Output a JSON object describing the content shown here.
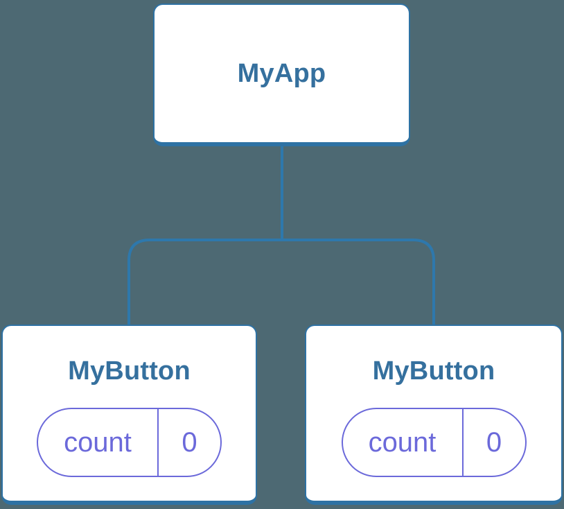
{
  "diagram": {
    "type": "component-tree",
    "root_node": {
      "label": "MyApp"
    },
    "child_nodes": [
      {
        "label": "MyButton",
        "state": {
          "name": "count",
          "value": "0"
        }
      },
      {
        "label": "MyButton",
        "state": {
          "name": "count",
          "value": "0"
        }
      }
    ],
    "colors": {
      "background": "#4d6973",
      "node_fill": "#ffffff",
      "node_border": "#2e72a4",
      "connector_line": "#2e78ac",
      "node_label_text": "#35709e",
      "state_accent": "#6b69da"
    }
  }
}
